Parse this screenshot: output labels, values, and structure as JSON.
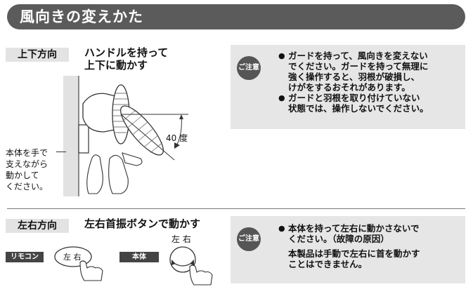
{
  "header": {
    "title": "風向きの変えかた"
  },
  "vertical": {
    "tag": "上下方向",
    "instruction_lines": [
      "ハンドルを持って",
      "上下に動かす"
    ],
    "angle_label": "40 度",
    "side_note_lines": [
      "本体を手で",
      "支えながら",
      "動かして",
      "ください。"
    ],
    "caution_badge": "ご注意",
    "cautions": [
      [
        "ガードを持って、風向きを変えない",
        "でください。ガードを持って無理に",
        "強く操作すると、羽根が破損し、",
        "けがをするおそれがあります。"
      ],
      [
        "ガードと羽根を取り付けていない",
        "状態では、操作しないでください。"
      ]
    ]
  },
  "horizontal": {
    "tag": "左右方向",
    "instruction": "左右首振ボタンで動かす",
    "remote_label": "リモコン",
    "remote_button": "左 右",
    "body_label": "本体",
    "body_button": "左 右",
    "caution_badge": "ご注意",
    "caution_bullet": [
      "本体を持って左右に動かさないで",
      "ください。（故障の原因）"
    ],
    "caution_extra": [
      "本製品は手動で左右に首を動かす",
      "ことはできません。"
    ]
  }
}
